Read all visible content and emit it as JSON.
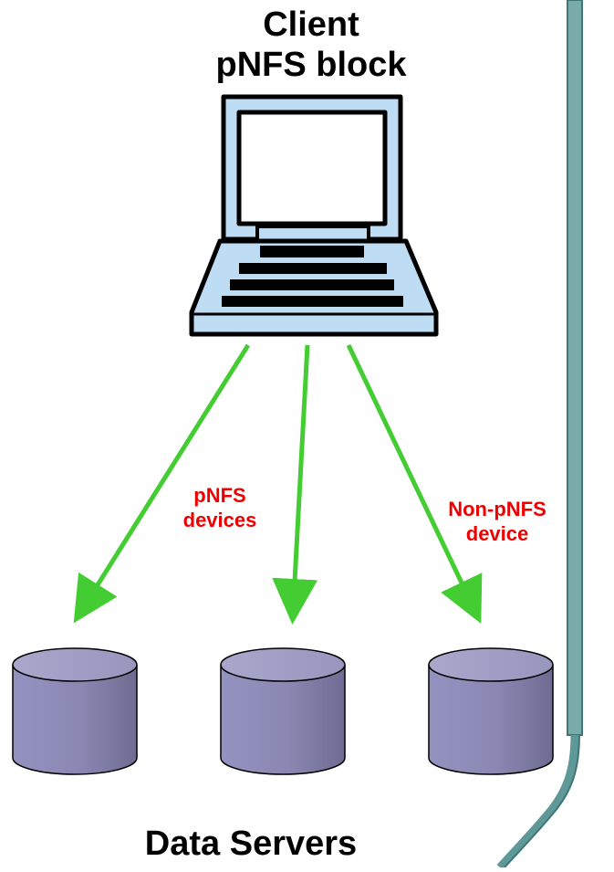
{
  "title": {
    "line1": "Client",
    "line2": "pNFS block"
  },
  "labels": {
    "pnfs_devices_line1": "pNFS",
    "pnfs_devices_line2": "devices",
    "non_pnfs_line1": "Non-pNFS",
    "non_pnfs_line2": "device"
  },
  "footer": {
    "label": "Data Servers"
  },
  "nodes": [
    {
      "name": "client-laptop",
      "icon": "laptop-icon"
    },
    {
      "name": "data-server-1",
      "icon": "database-cylinder-icon"
    },
    {
      "name": "data-server-2",
      "icon": "database-cylinder-icon"
    },
    {
      "name": "data-server-3",
      "icon": "database-cylinder-icon"
    }
  ],
  "edges": [
    {
      "from": "client-laptop",
      "to": "data-server-1"
    },
    {
      "from": "client-laptop",
      "to": "data-server-2"
    },
    {
      "from": "client-laptop",
      "to": "data-server-3"
    }
  ],
  "colors": {
    "arrow": "#44cc33",
    "label_red": "#ee0000",
    "laptop_fill": "#bfdcf5",
    "cylinder_body": "#8a88b2",
    "cylinder_top": "#a6a4c8",
    "border_teal": "#5f9898"
  }
}
